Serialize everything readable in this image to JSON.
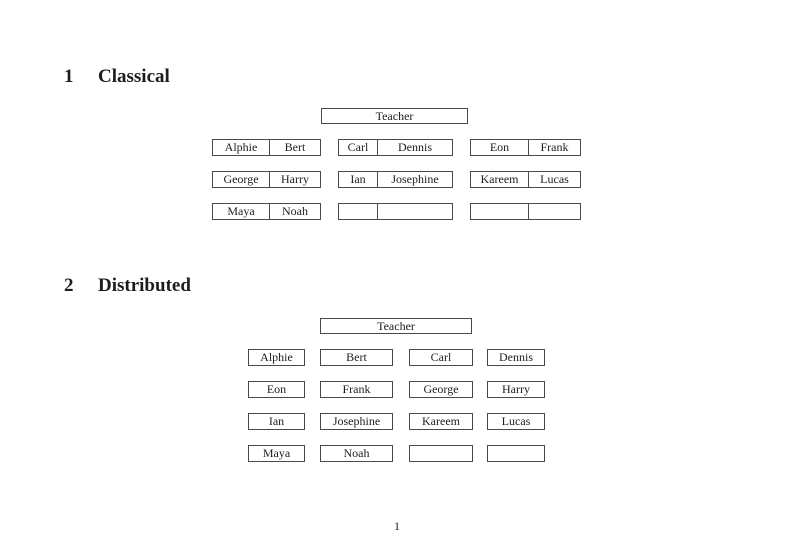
{
  "colors": {
    "box_border": "#4a4a4a",
    "text_color": "#1d1d1d",
    "page_bg": "#ffffff"
  },
  "page": {
    "number": "1"
  },
  "sections": {
    "classical": {
      "number": "1",
      "title": "Classical",
      "teacher_label": "Teacher",
      "desks": [
        {
          "left_seat": "Alphie",
          "right_seat": "Bert"
        },
        {
          "left_seat": "Carl",
          "right_seat": "Dennis"
        },
        {
          "left_seat": "Eon",
          "right_seat": "Frank"
        },
        {
          "left_seat": "George",
          "right_seat": "Harry"
        },
        {
          "left_seat": "Ian",
          "right_seat": "Josephine"
        },
        {
          "left_seat": "Kareem",
          "right_seat": "Lucas"
        },
        {
          "left_seat": "Maya",
          "right_seat": "Noah"
        },
        {
          "left_seat": "",
          "right_seat": ""
        },
        {
          "left_seat": "",
          "right_seat": ""
        }
      ]
    },
    "distributed": {
      "number": "2",
      "title": "Distributed",
      "teacher_label": "Teacher",
      "seats": [
        "Alphie",
        "Bert",
        "Carl",
        "Dennis",
        "Eon",
        "Frank",
        "George",
        "Harry",
        "Ian",
        "Josephine",
        "Kareem",
        "Lucas",
        "Maya",
        "Noah",
        "",
        ""
      ]
    }
  }
}
